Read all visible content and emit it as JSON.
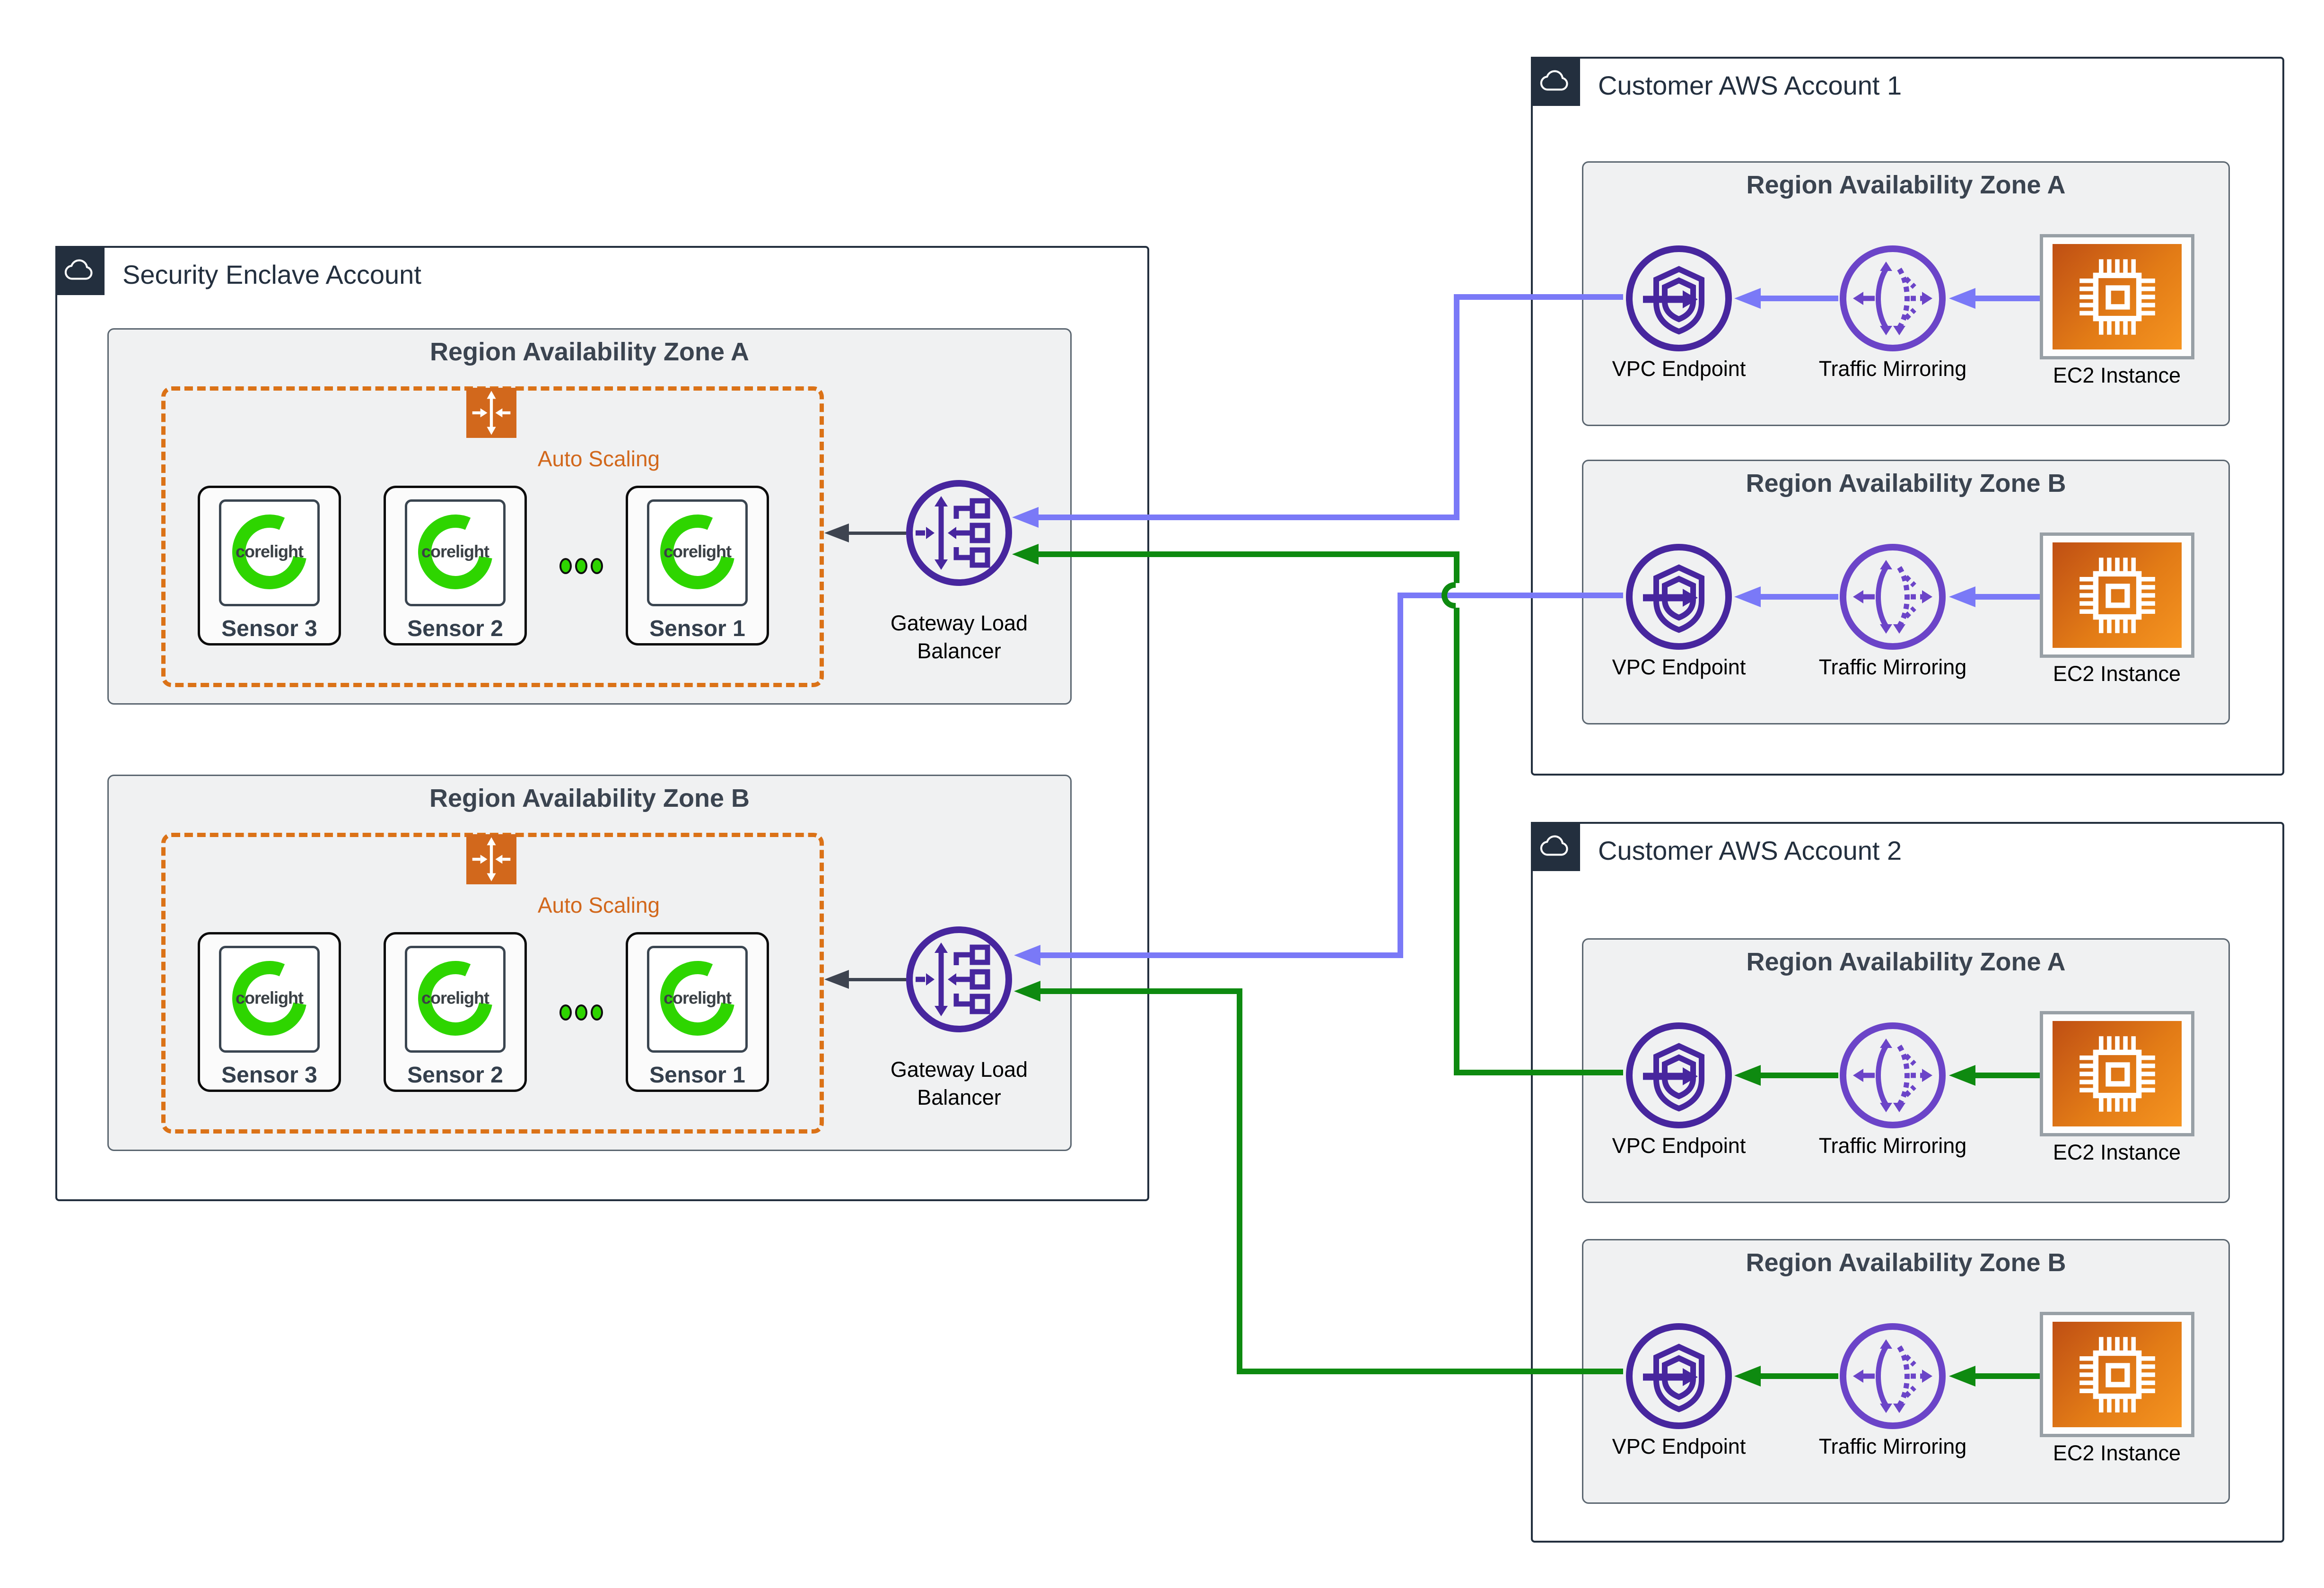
{
  "diagram": {
    "enclave": {
      "title": "Security Enclave Account",
      "sensor_logo_text": "corelight",
      "zones": [
        {
          "title": "Region Availability Zone A",
          "auto_scaling": "Auto Scaling",
          "sensors": [
            "Sensor 3",
            "Sensor 2",
            "Sensor 1"
          ],
          "gwlb": "Gateway Load Balancer"
        },
        {
          "title": "Region Availability Zone B",
          "auto_scaling": "Auto Scaling",
          "sensors": [
            "Sensor 3",
            "Sensor 2",
            "Sensor 1"
          ],
          "gwlb": "Gateway Load Balancer"
        }
      ]
    },
    "accounts": [
      {
        "title": "Customer AWS Account 1",
        "zones": [
          {
            "title": "Region Availability Zone A",
            "vpc_endpoint": "VPC Endpoint",
            "traffic_mirroring": "Traffic Mirroring",
            "ec2": "EC2 Instance"
          },
          {
            "title": "Region Availability Zone B",
            "vpc_endpoint": "VPC Endpoint",
            "traffic_mirroring": "Traffic Mirroring",
            "ec2": "EC2 Instance"
          }
        ]
      },
      {
        "title": "Customer AWS Account 2",
        "zones": [
          {
            "title": "Region Availability Zone A",
            "vpc_endpoint": "VPC Endpoint",
            "traffic_mirroring": "Traffic Mirroring",
            "ec2": "EC2 Instance"
          },
          {
            "title": "Region Availability Zone B",
            "vpc_endpoint": "VPC Endpoint",
            "traffic_mirroring": "Traffic Mirroring",
            "ec2": "EC2 Instance"
          }
        ]
      }
    ],
    "colors": {
      "account1_flow": "#7A79F7",
      "account2_flow": "#0E8A10",
      "aws_purple_dark": "#47269E",
      "aws_purple_light": "#6B44C8",
      "aws_orange": "#D2681C",
      "aws_navy": "#232F3E",
      "corelight_green": "#2ED500"
    }
  }
}
